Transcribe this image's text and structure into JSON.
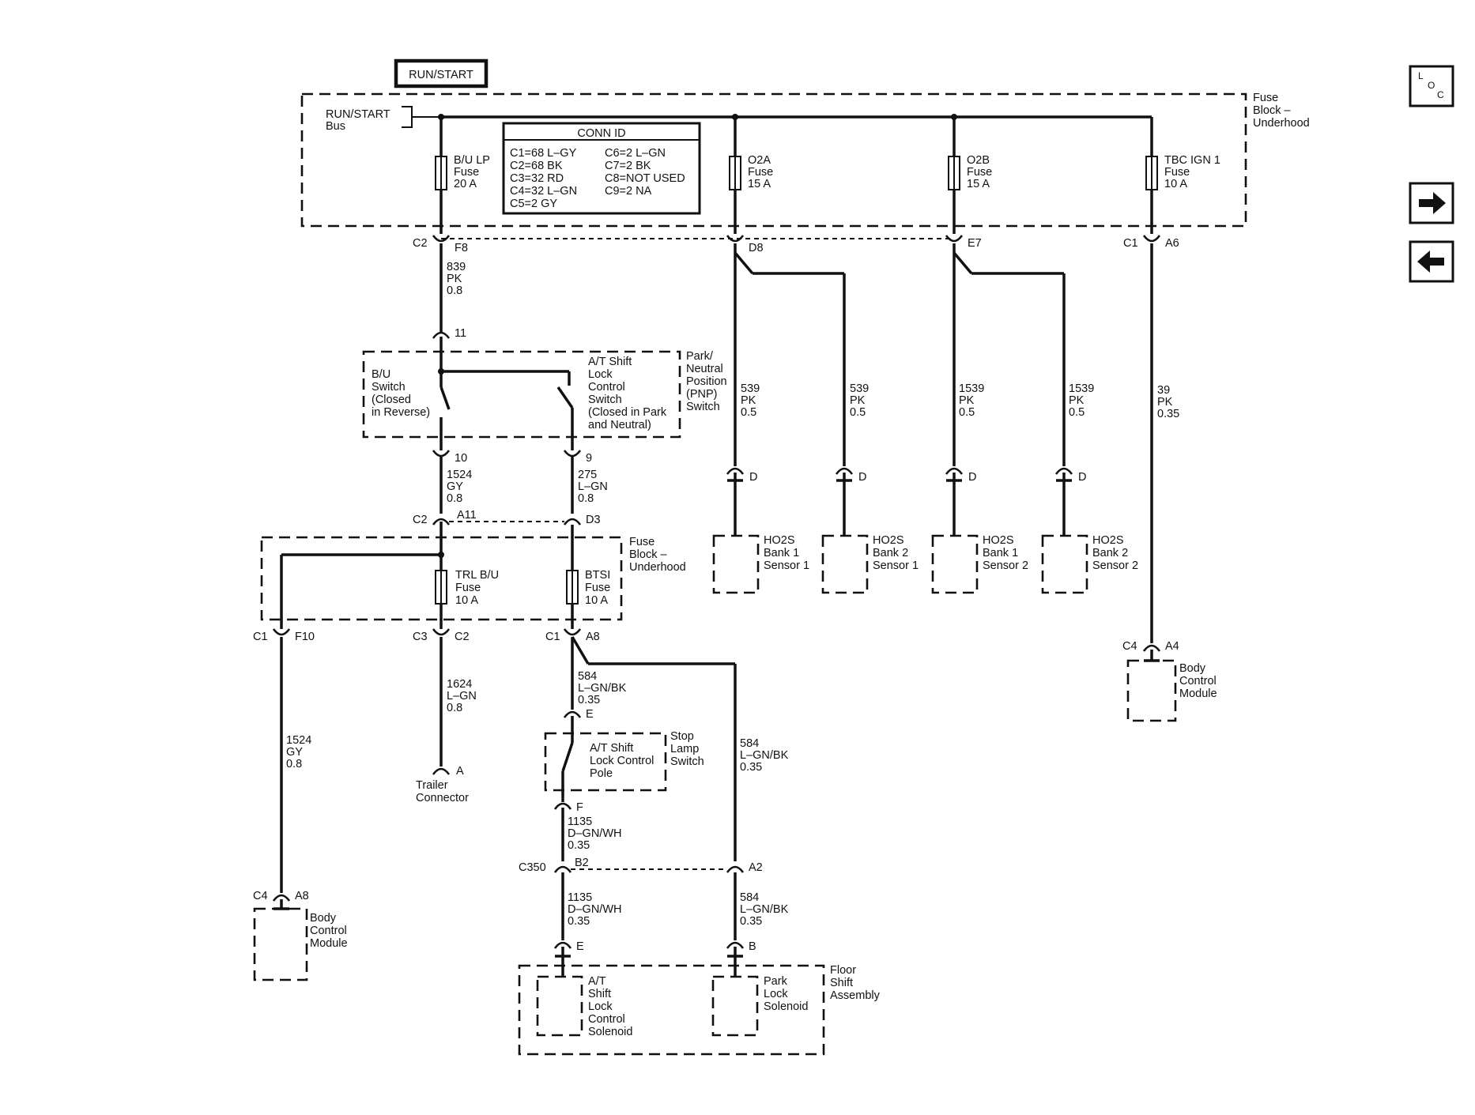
{
  "header": {
    "power_label": "RUN/START"
  },
  "bus": {
    "line1": "RUN/START",
    "line2": "Bus"
  },
  "fuse_block_top": {
    "line1": "Fuse",
    "line2": "Block –",
    "line3": "Underhood"
  },
  "conn_id": {
    "title": "CONN ID",
    "left": [
      "C1=68 L–GY",
      "C2=68 BK",
      "C3=32 RD",
      "C4=32 L–GN",
      "C5=2 GY"
    ],
    "right": [
      "C6=2 L–GN",
      "C7=2 BK",
      "C8=NOT USED",
      "C9=2 NA"
    ]
  },
  "fuses_top": [
    {
      "name": "B/U LP",
      "l2": "Fuse",
      "l3": "20 A"
    },
    {
      "name": "O2A",
      "l2": "Fuse",
      "l3": "15 A"
    },
    {
      "name": "O2B",
      "l2": "Fuse",
      "l3": "15 A"
    },
    {
      "name": "TBC IGN 1",
      "l2": "Fuse",
      "l3": "10 A"
    }
  ],
  "terminals": {
    "c2": "C2",
    "f8": "F8",
    "d8": "D8",
    "e7": "E7",
    "c1": "C1",
    "a6": "A6",
    "t11": "11",
    "t10": "10",
    "t9": "9",
    "c2b": "C2",
    "a11": "A11",
    "d3": "D3",
    "c1b": "C1",
    "f10": "F10",
    "c3": "C3",
    "c2c": "C2",
    "c1c": "C1",
    "a8": "A8",
    "e_stop": "E",
    "f_stop": "F",
    "c350": "C350",
    "b2": "B2",
    "a2": "A2",
    "e_floor": "E",
    "b_floor": "B",
    "c4": "C4",
    "a8b": "A8",
    "c4b": "C4",
    "a4": "A4",
    "a_trl": "A",
    "d1": "D",
    "d2": "D",
    "d3b": "D",
    "d4": "D"
  },
  "wires": {
    "w839": [
      "839",
      "PK",
      "0.8"
    ],
    "w1524a": [
      "1524",
      "GY",
      "0.8"
    ],
    "w275": [
      "275",
      "L–GN",
      "0.8"
    ],
    "w539a": [
      "539",
      "PK",
      "0.5"
    ],
    "w539b": [
      "539",
      "PK",
      "0.5"
    ],
    "w1539a": [
      "1539",
      "PK",
      "0.5"
    ],
    "w1539b": [
      "1539",
      "PK",
      "0.5"
    ],
    "w39": [
      "39",
      "PK",
      "0.35"
    ],
    "w1624": [
      "1624",
      "L–GN",
      "0.8"
    ],
    "w1524b": [
      "1524",
      "GY",
      "0.8"
    ],
    "w584a": [
      "584",
      "L–GN/BK",
      "0.35"
    ],
    "w584b": [
      "584",
      "L–GN/BK",
      "0.35"
    ],
    "w1135a": [
      "1135",
      "D–GN/WH",
      "0.35"
    ],
    "w1135b": [
      "1135",
      "D–GN/WH",
      "0.35"
    ],
    "w584c": [
      "584",
      "L–GN/BK",
      "0.35"
    ]
  },
  "pnp_switch": {
    "bu": [
      "B/U",
      "Switch",
      "(Closed",
      "in Reverse)"
    ],
    "atshift": [
      "A/T Shift",
      "Lock",
      "Control",
      "Switch",
      "(Closed in Park",
      "and Neutral)"
    ],
    "title": [
      "Park/",
      "Neutral",
      "Position",
      "(PNP)",
      "Switch"
    ]
  },
  "fuse_block_mid": {
    "title": [
      "Fuse",
      "Block –",
      "Underhood"
    ],
    "trl": [
      "TRL B/U",
      "Fuse",
      "10 A"
    ],
    "btsi": [
      "BTSI",
      "Fuse",
      "10 A"
    ]
  },
  "ho2s": [
    [
      "HO2S",
      "Bank 1",
      "Sensor 1"
    ],
    [
      "HO2S",
      "Bank 2",
      "Sensor 1"
    ],
    [
      "HO2S",
      "Bank 1",
      "Sensor 2"
    ],
    [
      "HO2S",
      "Bank 2",
      "Sensor 2"
    ]
  ],
  "bcm_right": [
    "Body",
    "Control",
    "Module"
  ],
  "bcm_left": [
    "Body",
    "Control",
    "Module"
  ],
  "trailer": [
    "Trailer",
    "Connector"
  ],
  "stop_lamp": {
    "pole": [
      "A/T Shift",
      "Lock Control",
      "Pole"
    ],
    "title": [
      "Stop",
      "Lamp",
      "Switch"
    ]
  },
  "floor_shift": {
    "title": [
      "Floor",
      "Shift",
      "Assembly"
    ],
    "solenoid": [
      "A/T",
      "Shift",
      "Lock",
      "Control",
      "Solenoid"
    ],
    "park": [
      "Park",
      "Lock",
      "Solenoid"
    ]
  },
  "nav": {
    "loc_l": "L",
    "loc_o": "O",
    "loc_c": "C",
    "next_icon": "arrow-right-icon",
    "prev_icon": "arrow-left-icon"
  }
}
